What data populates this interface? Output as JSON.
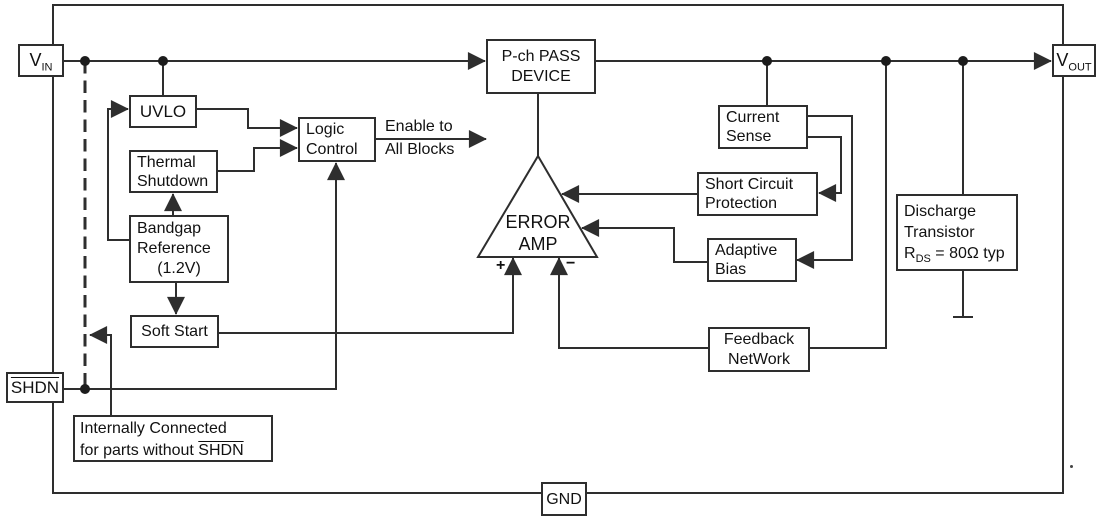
{
  "diagram": {
    "pins": {
      "vin": {
        "main": "V",
        "sub": "IN"
      },
      "vout": {
        "main": "V",
        "sub": "OUT"
      },
      "shdn": {
        "label": "SHDN"
      },
      "gnd": {
        "label": "GND"
      }
    },
    "blocks": {
      "uvlo": "UVLO",
      "thermal_shutdown": "Thermal\nShutdown",
      "bandgap": {
        "line1": "Bandgap",
        "line2": "Reference",
        "line3": "(1.2V)"
      },
      "logic_control": "Logic\nControl",
      "soft_start": "Soft Start",
      "pass_device": "P-ch PASS\nDEVICE",
      "error_amp": {
        "line1": "ERROR",
        "line2": "AMP",
        "plus": "+",
        "minus": "−"
      },
      "current_sense": "Current\nSense",
      "short_circuit_protection": "Short Circuit\nProtection",
      "adaptive_bias": "Adaptive\nBias",
      "feedback_network": "Feedback\nNetWork",
      "discharge_transistor": {
        "line1": "Discharge",
        "line2": "Transistor",
        "r_prefix": "R",
        "r_sub": "DS",
        "r_rest": " = 80Ω typ"
      }
    },
    "annotations": {
      "enable_line1": "Enable to",
      "enable_line2": "All Blocks",
      "note_line1": "Internally Connected",
      "note_line2_prefix": "for parts without ",
      "note_line2_overline": "SHDN"
    },
    "colors": {
      "line": "#2e2e2e",
      "background": "#ffffff",
      "text": "#111111"
    }
  }
}
